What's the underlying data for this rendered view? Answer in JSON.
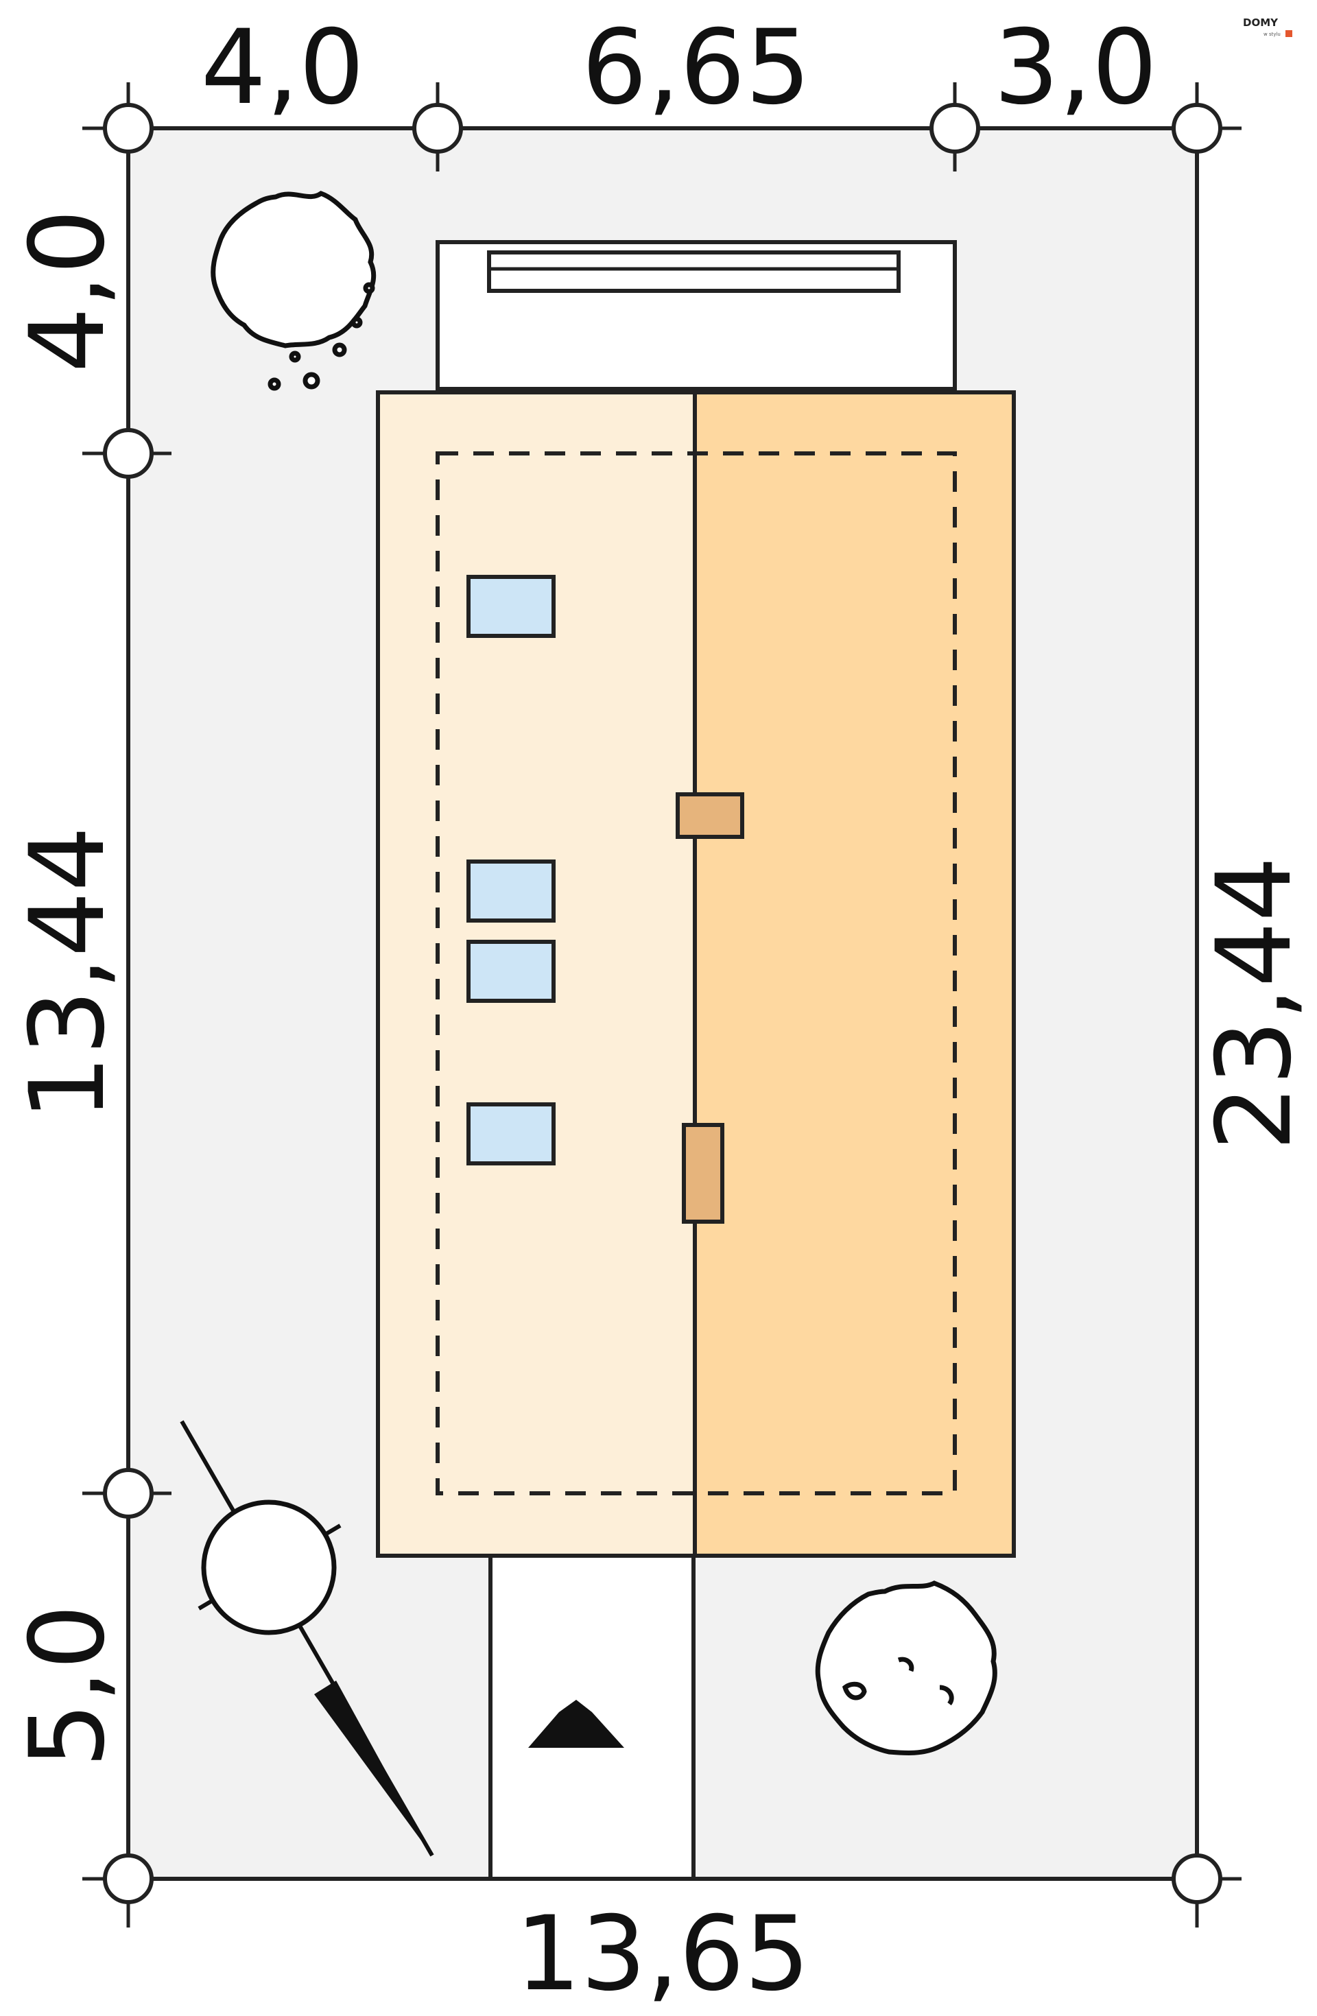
{
  "dimensions": {
    "top": [
      "4,0",
      "6,65",
      "3,0"
    ],
    "left": [
      "4,0",
      "13,44",
      "5,0"
    ],
    "right": "23,44",
    "bottom": "13,65"
  },
  "logo": {
    "text": "DOMY",
    "sub": "w stylu"
  },
  "icons": [
    "tree-icon",
    "north-arrow-icon",
    "entrance-arrow-icon"
  ],
  "colors": {
    "plot": "#f2f2f2",
    "roof_light": "#fdefd9",
    "roof_dark": "#fed8a0",
    "window": "#cde5f6",
    "chimney": "#e6b47c",
    "logo_accent": "#e4572e"
  }
}
